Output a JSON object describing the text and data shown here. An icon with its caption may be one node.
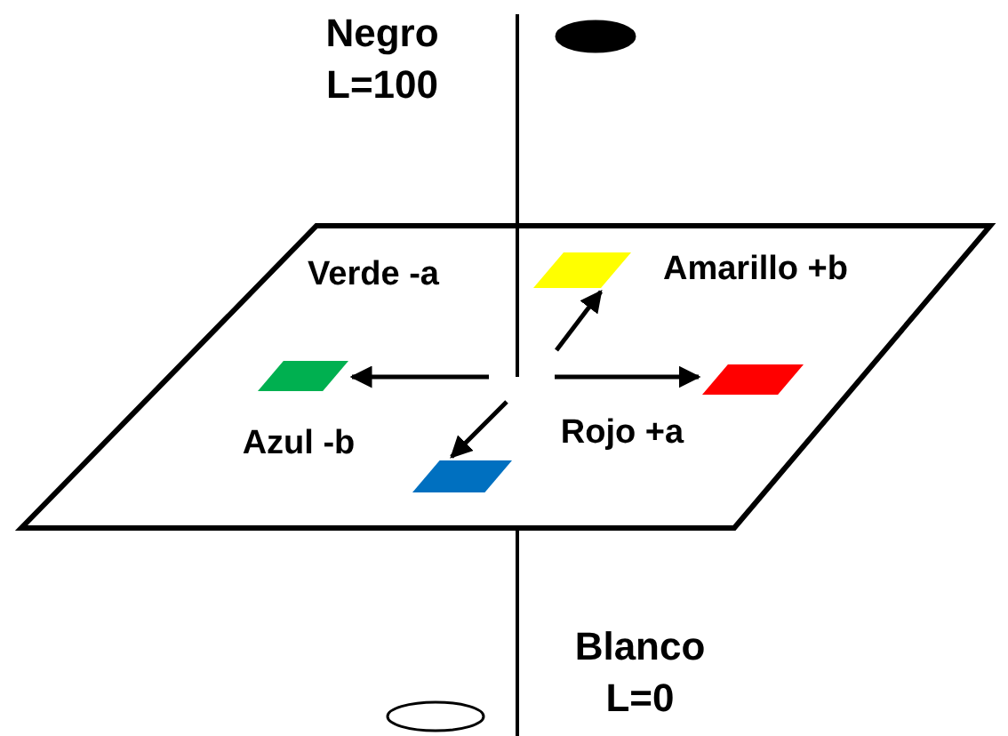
{
  "diagram": {
    "nodes": [
      {
        "text": [],
        "shape": "ellipse",
        "beside": [
          "Negro L=100"
        ]
      },
      {
        "text": [],
        "shape": "parallelogram",
        "beside": [
          "Amarillo +b"
        ]
      },
      {
        "text": [],
        "shape": "parallelogram",
        "beside": [
          "Verde -a"
        ]
      },
      {
        "text": [],
        "shape": "parallelogram",
        "beside": [
          "Rojo +a"
        ]
      },
      {
        "text": [],
        "shape": "parallelogram",
        "beside": [
          "Azul -b"
        ]
      },
      {
        "text": [],
        "shape": "ellipse",
        "beside": [
          "Blanco L=0"
        ]
      }
    ],
    "edges": [
      {
        "from": null,
        "to": 2,
        "arrow": "to"
      },
      {
        "from": null,
        "to": 3,
        "arrow": "to"
      },
      {
        "from": null,
        "to": 1,
        "arrow": "to"
      },
      {
        "from": null,
        "to": 4,
        "arrow": "to"
      }
    ]
  }
}
